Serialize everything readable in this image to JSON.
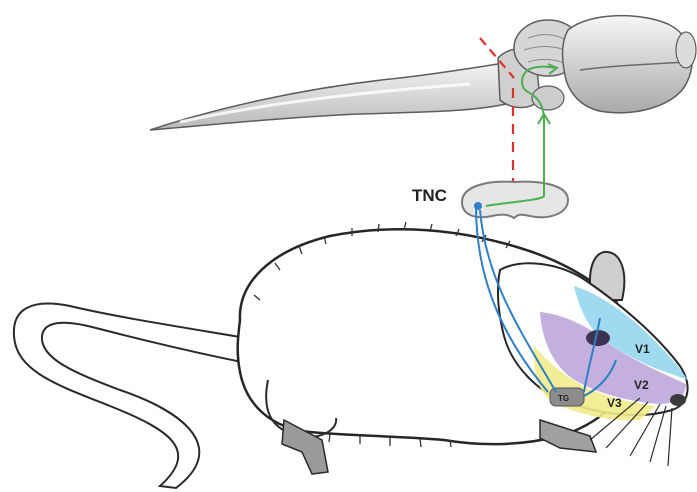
{
  "labels": {
    "tnc": "TNC",
    "v1": "V1",
    "v2": "V2",
    "v3": "V3",
    "tg": "TG"
  },
  "colors": {
    "v1_region": "#8fd3ee",
    "v2_region": "#b9a2d8",
    "v3_region": "#f2eb8c",
    "afferent_pathway": "#2f7fc6",
    "ascending_pathway": "#4caf50",
    "lesion_marker": "#e0302a"
  }
}
